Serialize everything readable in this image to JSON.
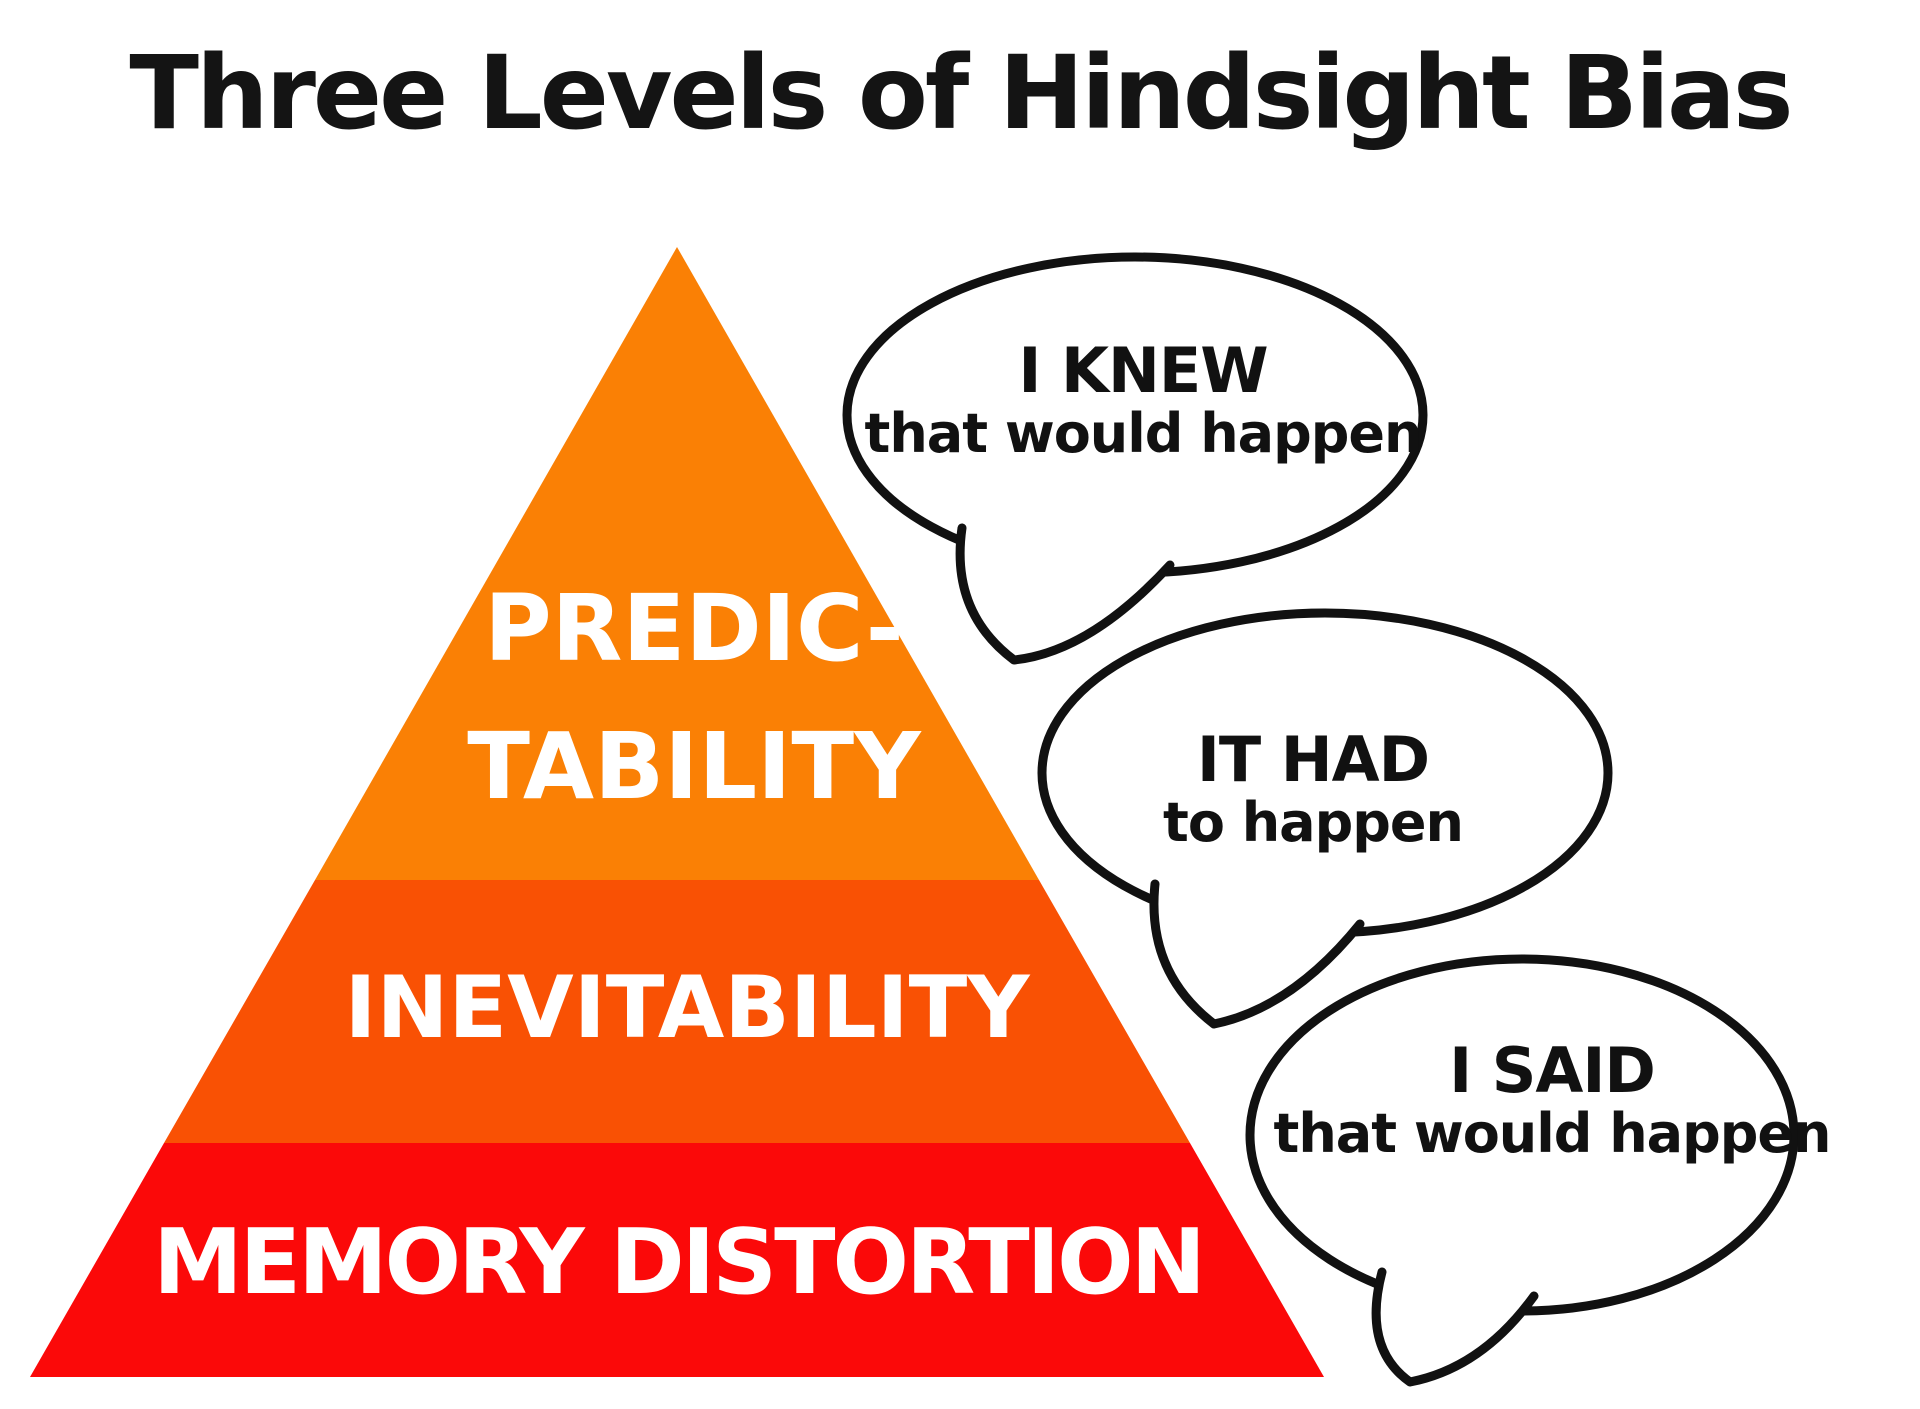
{
  "title": "Three Levels of Hindsight Bias",
  "pyramid": {
    "label_color": "#FFFFFF",
    "levels": [
      {
        "name": "predictability",
        "lines": [
          "PREDIC-",
          "TABILITY"
        ],
        "color": "#FA8005"
      },
      {
        "name": "inevitability",
        "lines": [
          "INEVITABILITY"
        ],
        "color": "#F95104"
      },
      {
        "name": "memory-distortion",
        "lines": [
          "MEMORY DISTORTION"
        ],
        "color": "#FB0909"
      }
    ]
  },
  "bubbles": [
    {
      "line1": "I KNEW",
      "line2": "that would happen"
    },
    {
      "line1": "IT HAD",
      "line2": "to happen"
    },
    {
      "line1": "I SAID",
      "line2": "that would happen"
    }
  ],
  "bubble_style": {
    "outline_color": "#111111",
    "fill_color": "#FFFFFF",
    "text_color": "#111111"
  }
}
